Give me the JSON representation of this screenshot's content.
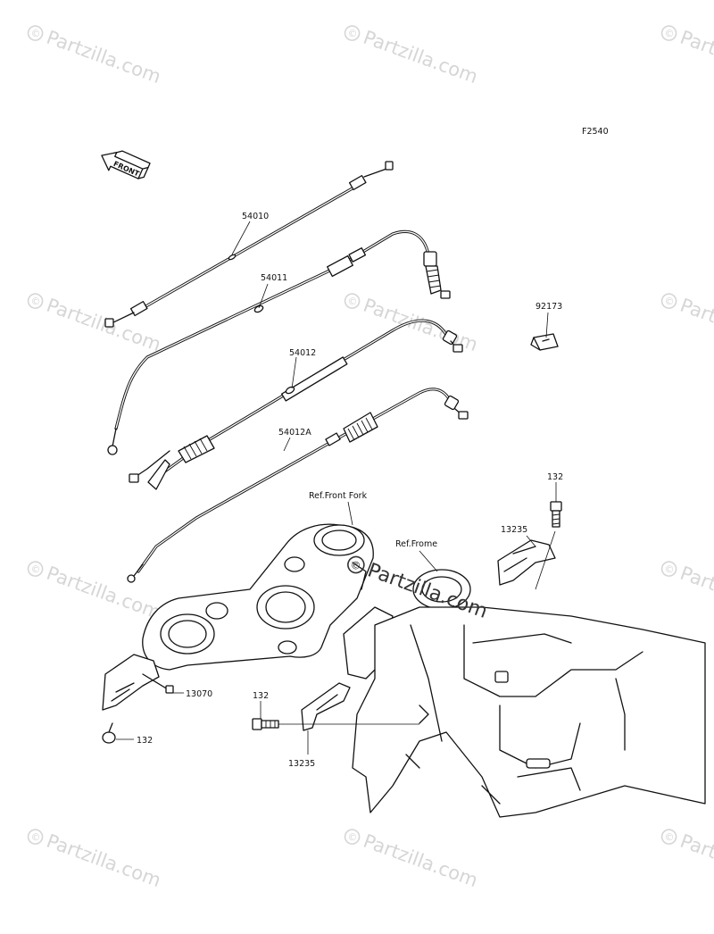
{
  "figure_code": "F2540",
  "front_arrow_text": "FRONT",
  "watermark_text": "Partzilla.com",
  "watermark_copyright": "©",
  "callouts": {
    "p54010": "54010",
    "p54011": "54011",
    "p54012": "54012",
    "p54012a": "54012A",
    "p92173": "92173",
    "p132_top": "132",
    "p13235_top": "13235",
    "ref_front_fork": "Ref.Front Fork",
    "ref_frame": "Ref.Frome",
    "p13070": "13070",
    "p132_mid": "132",
    "p132_left": "132",
    "p13235_bottom": "13235"
  }
}
